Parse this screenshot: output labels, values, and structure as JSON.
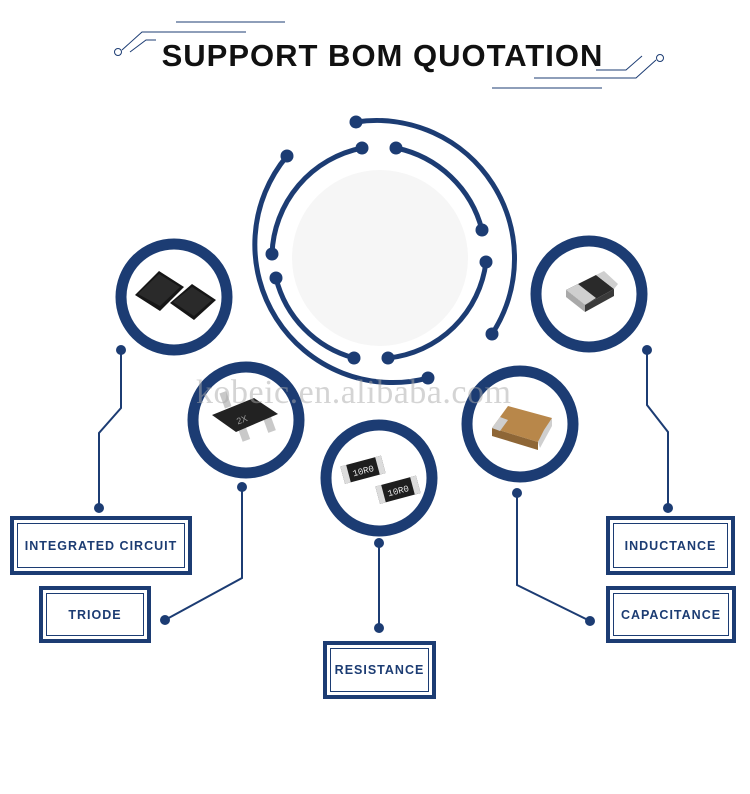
{
  "title": "SUPPORT BOM QUOTATION",
  "watermark": "kobeic.en.alibaba.com",
  "labels": {
    "ic": "INTEGRATED CIRCUIT",
    "triode": "TRIODE",
    "resistance": "RESISTANCE",
    "capacitance": "CAPACITANCE",
    "inductance": "INDUCTANCE"
  },
  "chip_markings": {
    "triode": "2X",
    "resistor_1": "10R0",
    "resistor_2": "10R0"
  },
  "colors": {
    "navy": "#1c3c73",
    "title": "#111111",
    "watermark": "#aaaaaa"
  }
}
